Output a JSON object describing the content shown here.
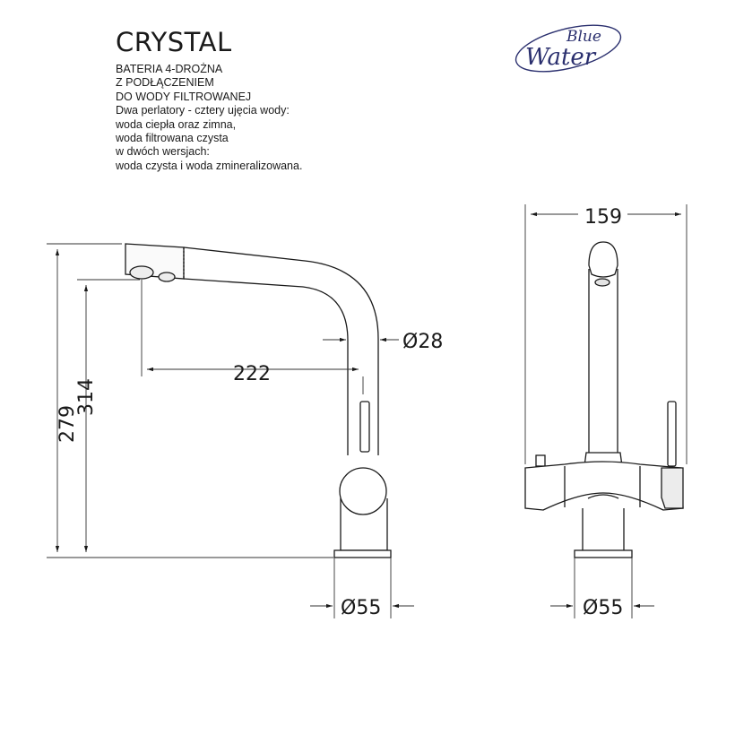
{
  "header": {
    "model_name": "CRYSTAL",
    "description_lines": [
      "BATERIA 4-DROŻNA",
      "Z PODŁĄCZENIEM",
      "DO WODY FILTROWANEJ",
      "Dwa perlatory - cztery ujęcia wody:",
      "woda ciepła oraz zimna,",
      "woda filtrowana czysta",
      "w dwóch wersjach:",
      "woda czysta i woda zmineralizowana."
    ]
  },
  "logo": {
    "word1": "Blue",
    "word2": "Water",
    "color": "#2a2f6e"
  },
  "side_view": {
    "dim_height_total": "279",
    "dim_height_spout": "314",
    "dim_reach": "222",
    "dim_tube": "Ø28",
    "dim_base": "Ø55"
  },
  "front_view": {
    "dim_width": "159",
    "dim_base": "Ø55"
  },
  "colors": {
    "line": "#1a1a1a",
    "dim": "#333333"
  }
}
